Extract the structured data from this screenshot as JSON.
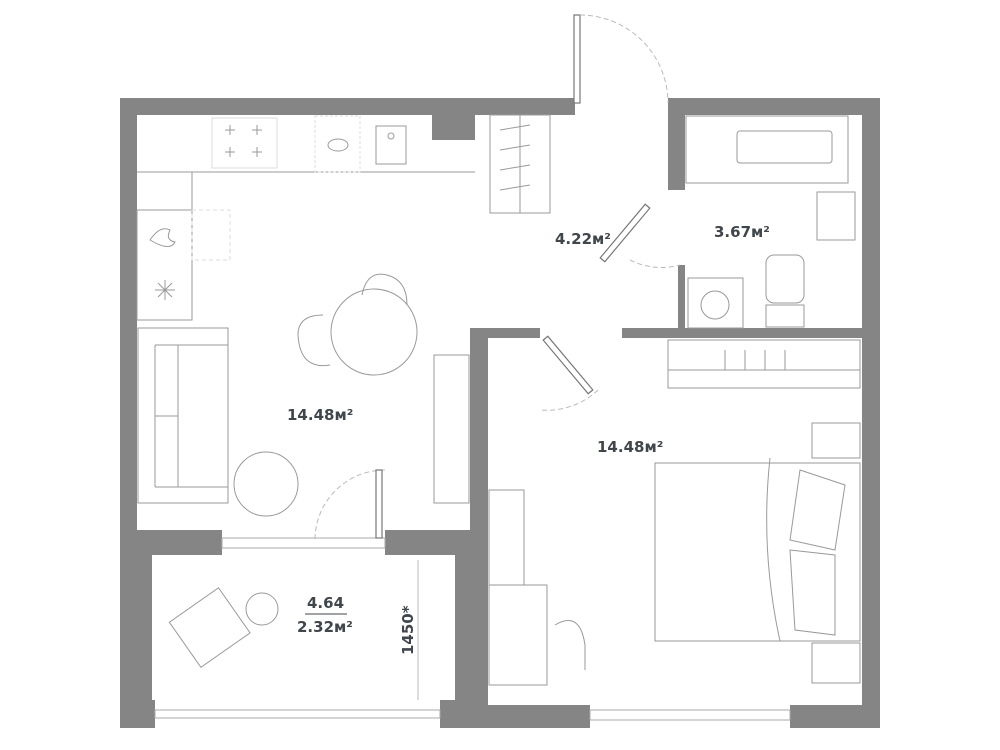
{
  "rooms": {
    "kitchen_living": {
      "area": "14.48м²"
    },
    "bedroom": {
      "area": "14.48м²"
    },
    "hallway": {
      "area": "4.22м²"
    },
    "bathroom": {
      "area": "3.67м²"
    },
    "balcony": {
      "area_total": "4.64",
      "area_reduced": "2.32м²"
    }
  },
  "dimension": {
    "balcony_depth": "1450*"
  },
  "colors": {
    "wall": "#858585",
    "text": "#3f464c"
  }
}
